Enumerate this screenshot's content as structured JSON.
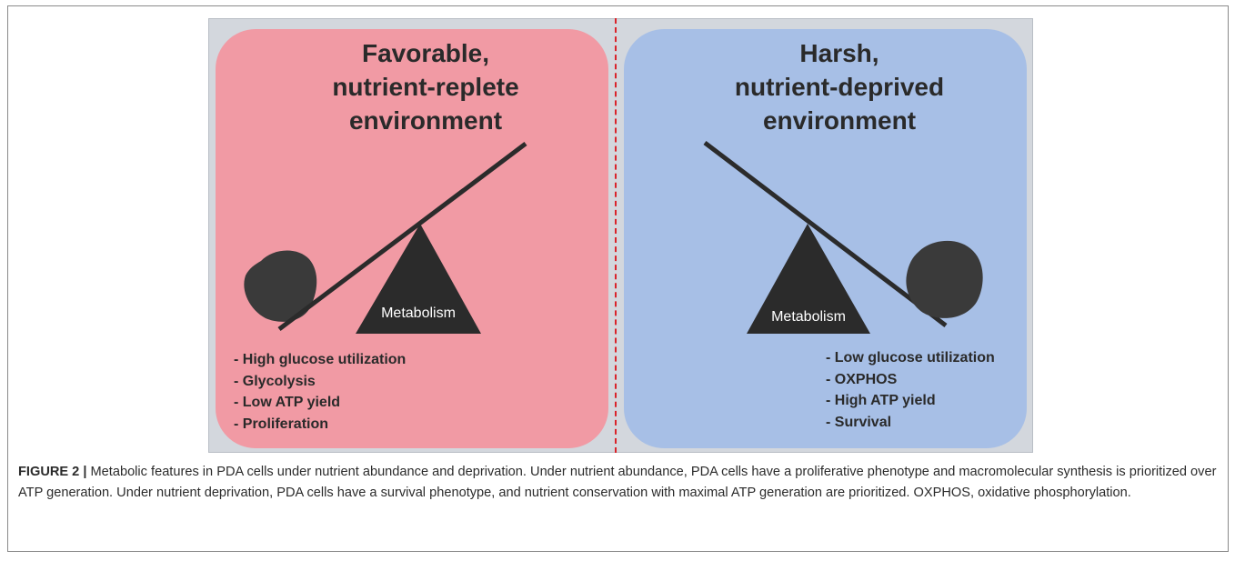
{
  "panel_left": {
    "title_lines": [
      "Favorable,",
      "nutrient-replete",
      "environment"
    ],
    "fulcrum_label": "Metabolism",
    "features": [
      "- High glucose utilization",
      "- Glycolysis",
      "- Low ATP yield",
      "- Proliferation"
    ],
    "color": "#f19aa4"
  },
  "panel_right": {
    "title_lines": [
      "Harsh,",
      "nutrient-deprived",
      "environment"
    ],
    "fulcrum_label": "Metabolism",
    "features": [
      "- Low glucose utilization",
      "- OXPHOS",
      "- High ATP yield",
      "- Survival"
    ],
    "color": "#a7bfe6"
  },
  "divider_color": "#d9232a",
  "caption": {
    "label": "FIGURE 2 |",
    "text": " Metabolic features in PDA cells under nutrient abundance and deprivation. Under nutrient abundance, PDA cells have a proliferative phenotype and macromolecular synthesis is prioritized over ATP generation. Under nutrient deprivation, PDA cells have a survival phenotype, and nutrient conservation with maximal ATP generation are prioritized. OXPHOS, oxidative phosphorylation."
  }
}
